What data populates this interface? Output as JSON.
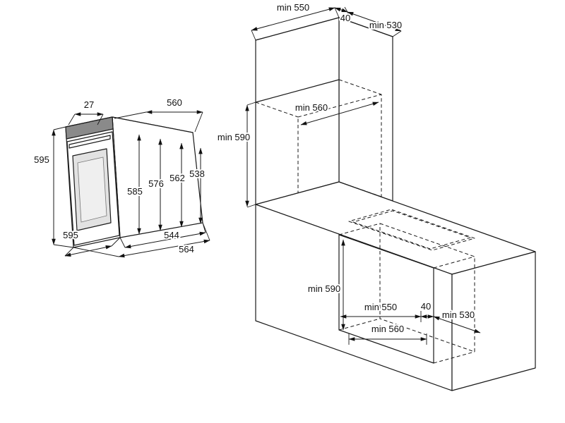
{
  "figure": {
    "background": "#ffffff",
    "line_color": "#1a1a1a",
    "panel_color": "#8a8a8a",
    "glass_color": "#e2e2e2"
  },
  "oven": {
    "dims": {
      "door_thickness": "27",
      "top_depth": "560",
      "front_height": "595",
      "body_height_1": "585",
      "body_height_2": "576",
      "body_height_3": "562",
      "body_height_4": "538",
      "front_width": "595",
      "body_depth": "544",
      "total_depth": "564"
    }
  },
  "tall_cabinet": {
    "dims": {
      "top_width": "min 550",
      "top_gap": "40",
      "top_depth": "min 530",
      "niche_width": "min 560",
      "niche_height": "min 590"
    }
  },
  "base_cabinet": {
    "dims": {
      "niche_height": "min 590",
      "cutout_width": "min 550",
      "gap": "40",
      "cutout_depth": "min 530",
      "niche_width": "min 560"
    }
  }
}
